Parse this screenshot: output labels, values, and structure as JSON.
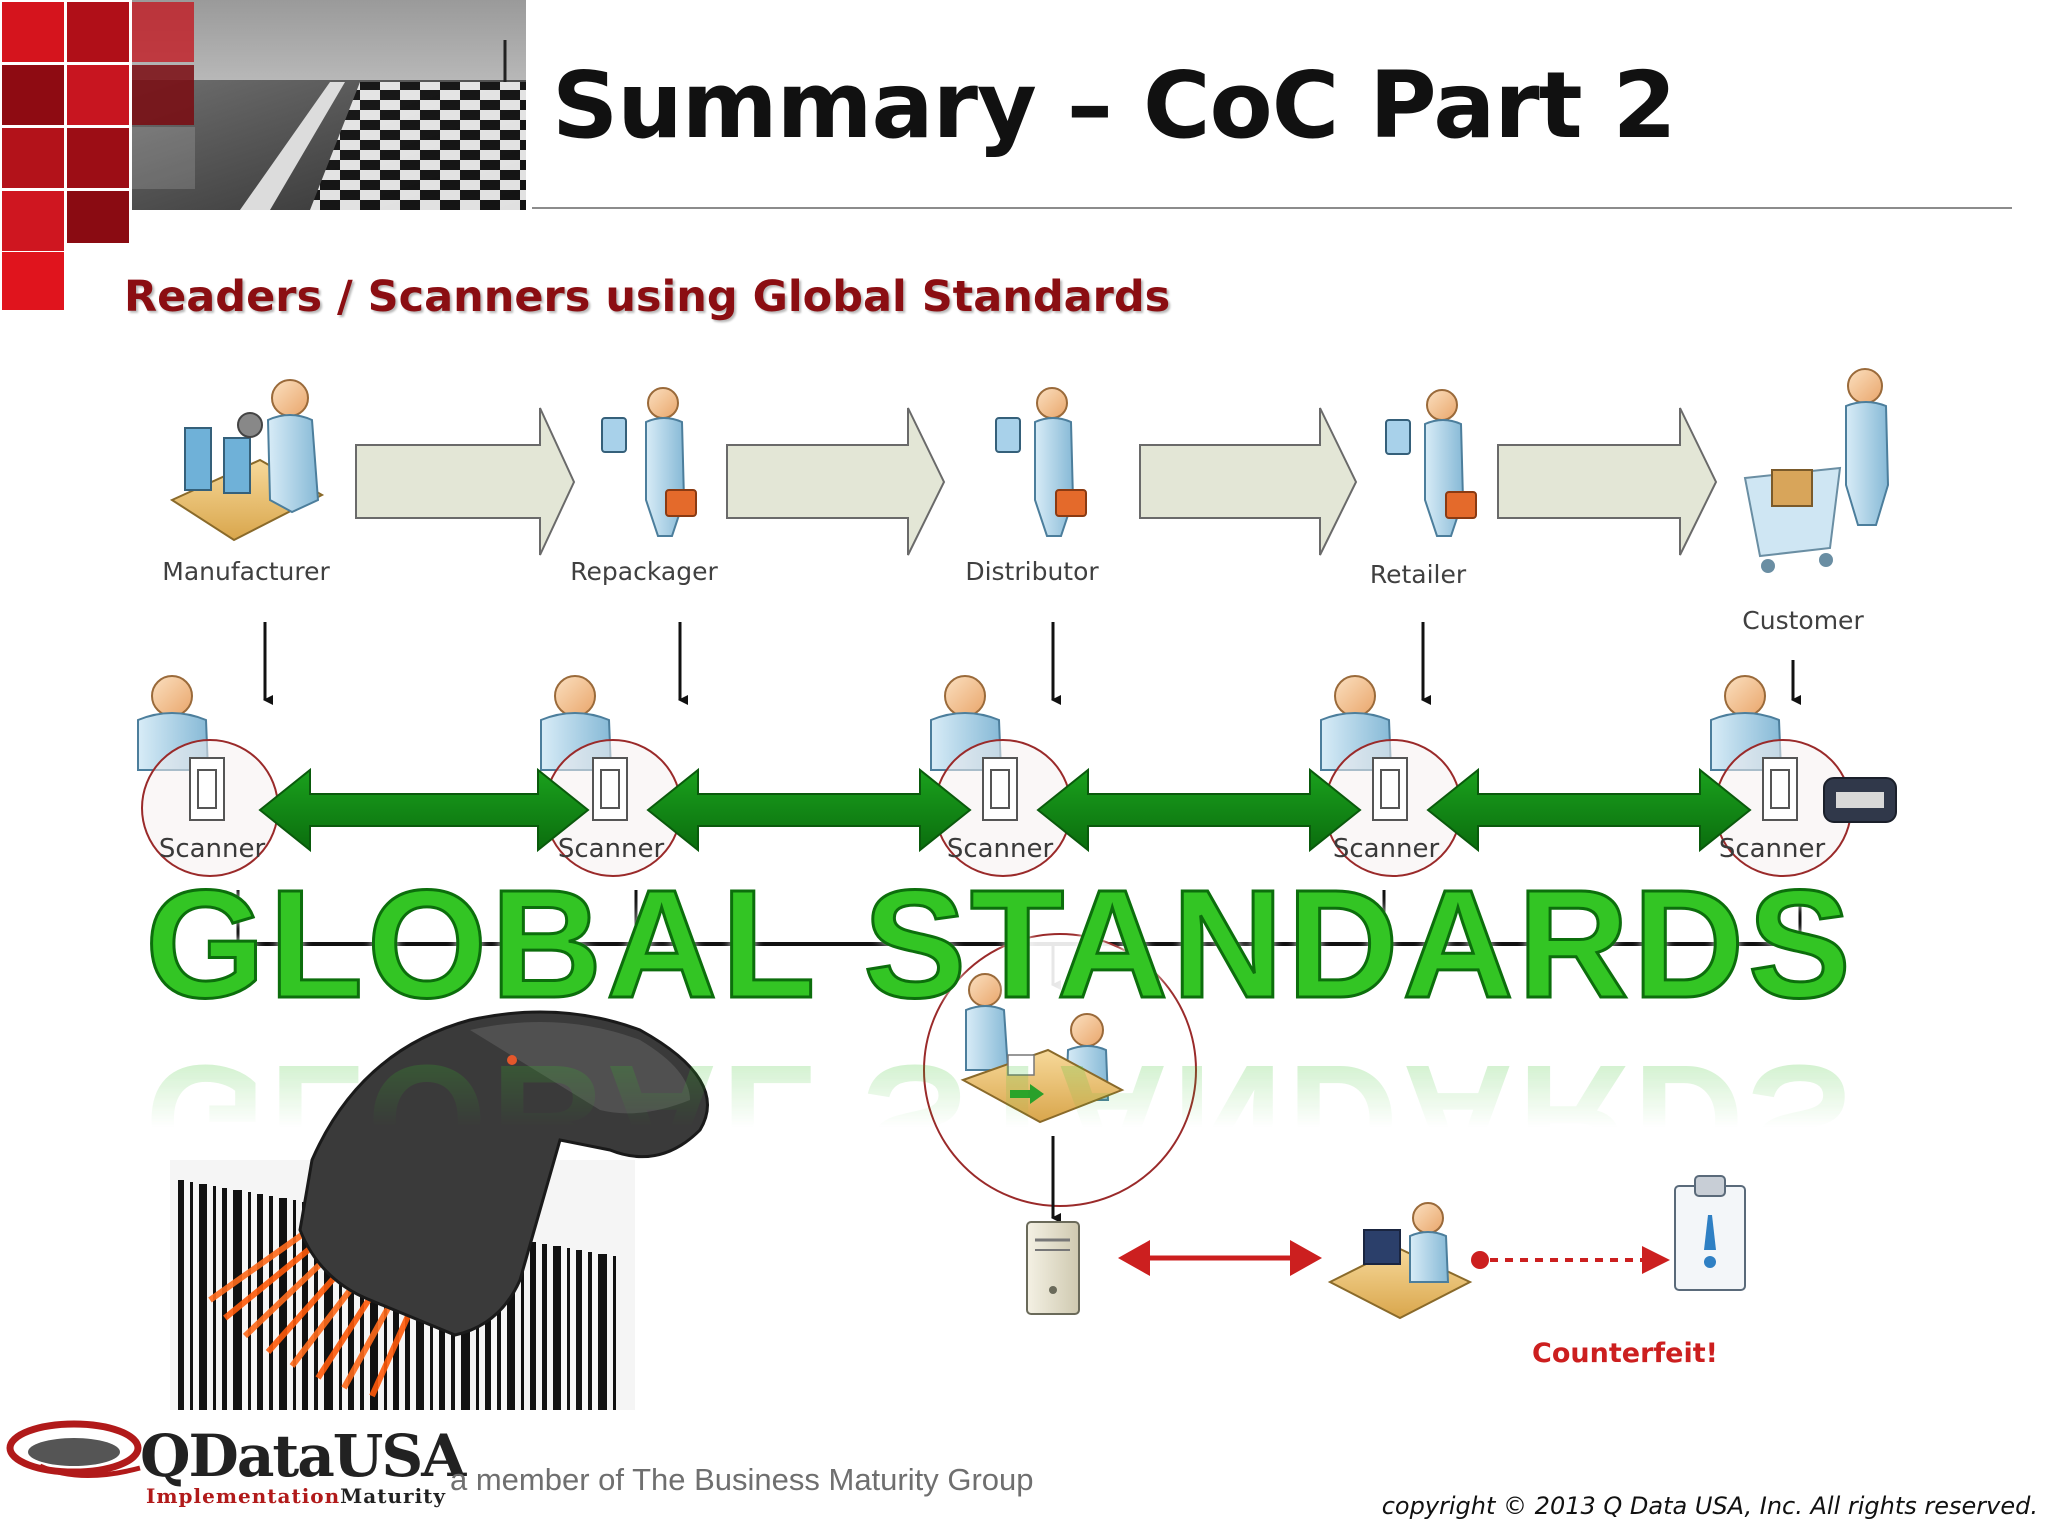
{
  "title": "Summary – CoC Part 2",
  "subtitle": "Readers / Scanners using Global Standards",
  "supply_chain": [
    {
      "label": "Manufacturer"
    },
    {
      "label": "Repackager"
    },
    {
      "label": "Distributor"
    },
    {
      "label": "Retailer"
    },
    {
      "label": "Customer"
    }
  ],
  "scanners": [
    "Scanner",
    "Scanner",
    "Scanner",
    "Scanner",
    "Scanner"
  ],
  "banner": "GLOBAL STANDARDS",
  "counterfeit_label": "Counterfeit!",
  "footer": {
    "logo_name": "QDataUSA",
    "logo_tagline_1": "Implementation",
    "logo_tagline_2": "Maturity",
    "member_text": "a member of The Business Maturity Group",
    "copyright_text": "copyright © 2013 Q Data USA, Inc. All rights reserved."
  },
  "colors": {
    "title_text": "#111111",
    "subtitle_text": "#8b0e12",
    "process_arrow_fill": "#e3e6d6",
    "green_arrow": "#0f8a12",
    "banner_green": "#33c524",
    "red_arrow": "#cc1f1f",
    "corner_red": "#c4121b"
  }
}
